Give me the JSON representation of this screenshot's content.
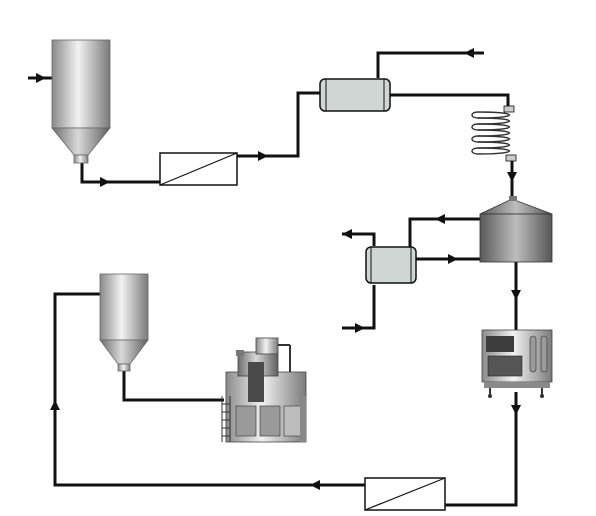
{
  "diagram": {
    "type": "process-flow",
    "background": "#ffffff",
    "line_color": "#111111",
    "metal_dark": "#7a7a7a",
    "metal_light": "#e6e6e6",
    "vessel_fill": "#cfd6d4",
    "components": [
      {
        "id": "feed-silo",
        "kind": "silo"
      },
      {
        "id": "filter-1",
        "kind": "filter"
      },
      {
        "id": "tank-1",
        "kind": "horizontal-tank"
      },
      {
        "id": "coil-heater",
        "kind": "coil"
      },
      {
        "id": "reactor",
        "kind": "reactor-vessel"
      },
      {
        "id": "tank-2",
        "kind": "horizontal-tank"
      },
      {
        "id": "oven",
        "kind": "cabinet-machine"
      },
      {
        "id": "filter-2",
        "kind": "filter"
      },
      {
        "id": "product-silo",
        "kind": "silo"
      },
      {
        "id": "packing-machine",
        "kind": "packaging-machine"
      }
    ],
    "connections": [
      {
        "from": "external-feed",
        "to": "feed-silo"
      },
      {
        "from": "feed-silo",
        "to": "filter-1"
      },
      {
        "from": "filter-1",
        "to": "tank-1"
      },
      {
        "from": "external-inlet",
        "to": "tank-1"
      },
      {
        "from": "tank-1",
        "to": "coil-heater"
      },
      {
        "from": "coil-heater",
        "to": "reactor"
      },
      {
        "from": "reactor",
        "to": "tank-2"
      },
      {
        "from": "tank-2",
        "to": "reactor"
      },
      {
        "from": "tank-2",
        "to": "external-outlet"
      },
      {
        "from": "external-inlet-2",
        "to": "tank-2"
      },
      {
        "from": "reactor",
        "to": "oven"
      },
      {
        "from": "oven",
        "to": "filter-2"
      },
      {
        "from": "filter-2",
        "to": "product-silo"
      },
      {
        "from": "product-silo",
        "to": "packing-machine"
      }
    ]
  }
}
